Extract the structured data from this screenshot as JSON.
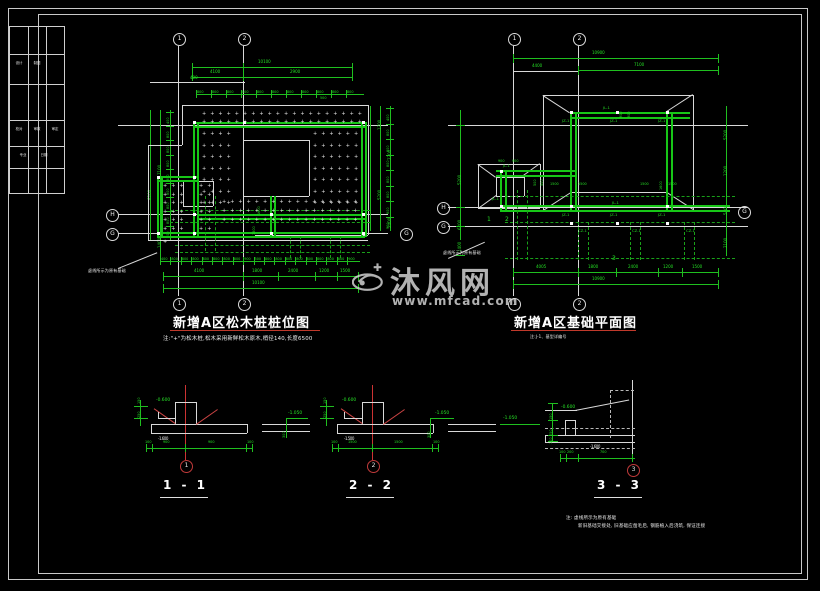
{
  "app": {
    "kind": "cad-drawing-viewer",
    "background": "#000000",
    "accent_green": "#20d820",
    "accent_red": "#c0392b",
    "line_white": "#e6e6e6"
  },
  "titleblock": {
    "cells": [
      {
        "text": "设计"
      },
      {
        "text": "制图"
      },
      {
        "text": "校对"
      },
      {
        "text": "审核"
      },
      {
        "text": "审定"
      },
      {
        "text": "专业"
      },
      {
        "text": "日期"
      }
    ]
  },
  "watermark": {
    "cn": "沐风网",
    "url": "www.mfcad.com"
  },
  "left_plan": {
    "title": "新增A区松木桩桩位图",
    "note": "注:\"+\"为松木桩,松木采用新鲜松木原木,梢径140,长度6500",
    "note_side": "虚线所示为原有基础",
    "grid_bubbles_top": [
      "1",
      "2"
    ],
    "grid_bubbles_bottom": [
      "1",
      "2"
    ],
    "grid_bubbles_left": [
      "H",
      "G"
    ],
    "grid_bubbles_right": [
      "G"
    ],
    "dim_top_overall": "10100",
    "dim_top_span": [
      "4100",
      "2900"
    ],
    "dim_top_offset": "400",
    "dim_top_chain": [
      "800",
      "800",
      "800",
      "800",
      "800",
      "800",
      "800",
      "800",
      "800",
      "800",
      "800"
    ],
    "dim_top_small": "500",
    "dim_bottom_chain": [
      "400",
      "800",
      "800",
      "800",
      "800",
      "800",
      "800",
      "800",
      "900",
      "500",
      "800",
      "800",
      "800",
      "800",
      "800",
      "800",
      "800",
      "800",
      "900"
    ],
    "dim_bottom_spans": [
      "4100",
      "1800",
      "2400",
      "1200",
      "1500"
    ],
    "dim_bottom_overall": "10100",
    "dim_left_chain": [
      "400",
      "800",
      "800",
      "800",
      "800",
      "800",
      "800",
      "800",
      "900"
    ],
    "dim_left_spans": [
      "7100",
      "8200",
      "1400"
    ],
    "dim_right_chain": [
      "400",
      "800",
      "800",
      "800",
      "800",
      "800",
      "800",
      "900"
    ],
    "dim_right_spans": [
      "1700",
      "2200",
      "5200",
      "2400"
    ],
    "inner_labels": [
      "1600",
      "1600"
    ]
  },
  "right_plan": {
    "title": "新增A区基础平面图",
    "note": "注:J-1、基型详编号",
    "grid_bubbles_top": [
      "1",
      "2"
    ],
    "grid_bubbles_bottom": [
      "1",
      "2"
    ],
    "grid_bubbles_left": [
      "H",
      "G"
    ],
    "grid_bubbles_right": [
      "G"
    ],
    "dim_top_overall": "10900",
    "dim_top_span": [
      "7100"
    ],
    "dim_top_offset": "4400",
    "dim_bottom_spans": [
      "4005",
      "1800",
      "2400",
      "1200",
      "1500"
    ],
    "dim_bottom_overall": "10900",
    "dim_left_spans": [
      "5200",
      "6200",
      "1400"
    ],
    "dim_right_spans": [
      "5200",
      "1200",
      "5400",
      "2100"
    ],
    "beam_labels": [
      "JL-1",
      "JL-1",
      "JL-1",
      "JL-1"
    ],
    "column_labels": [
      "JZ-1",
      "JZ-1",
      "JZ-1",
      "JZ-1",
      "JZ-1",
      "JZ-1"
    ],
    "cap_labels": [
      "CZ-1",
      "CZ-1",
      "CZ-1"
    ],
    "inner_dims": [
      "1500",
      "1500",
      "1500",
      "1500",
      "1600",
      "900",
      "900",
      "900",
      "900",
      "500",
      "500"
    ],
    "section_tags": [
      "1",
      "2",
      "3"
    ],
    "note_side": "虚线所示为原有基础"
  },
  "sections": [
    {
      "name": "1 - 1",
      "elev_top": "-0.600",
      "elev_bottom": "-1.600",
      "elev_right": "-1.050",
      "dims_bottom": [
        "100",
        "900",
        "900",
        "100"
      ],
      "dims_left": [
        "250",
        "150"
      ],
      "dims_right": [
        "300"
      ],
      "mark": "1"
    },
    {
      "name": "2 - 2",
      "elev_top": "-0.600",
      "elev_bottom": "-1.500",
      "elev_right": "-1.050",
      "dims_bottom": [
        "100",
        "1500",
        "1500",
        "100"
      ],
      "dims_left": [
        "250",
        "150"
      ],
      "dims_right": [
        "300"
      ],
      "mark": "2"
    },
    {
      "name": "3 - 3",
      "elev_top": "-0.600",
      "elev_left": "-1.050",
      "elev_bottom": "-1.600",
      "dims_bottom": [
        "100",
        "200",
        "700"
      ],
      "dims_left": [
        "150",
        "250",
        "100"
      ],
      "mark": "3"
    }
  ],
  "bottom_note": {
    "line1": "注: 虚线所示为原有基础",
    "line2": "新旧基础交接处, 旧基础应凿毛后, 钢筋植入后浇筑, 保证连接"
  }
}
